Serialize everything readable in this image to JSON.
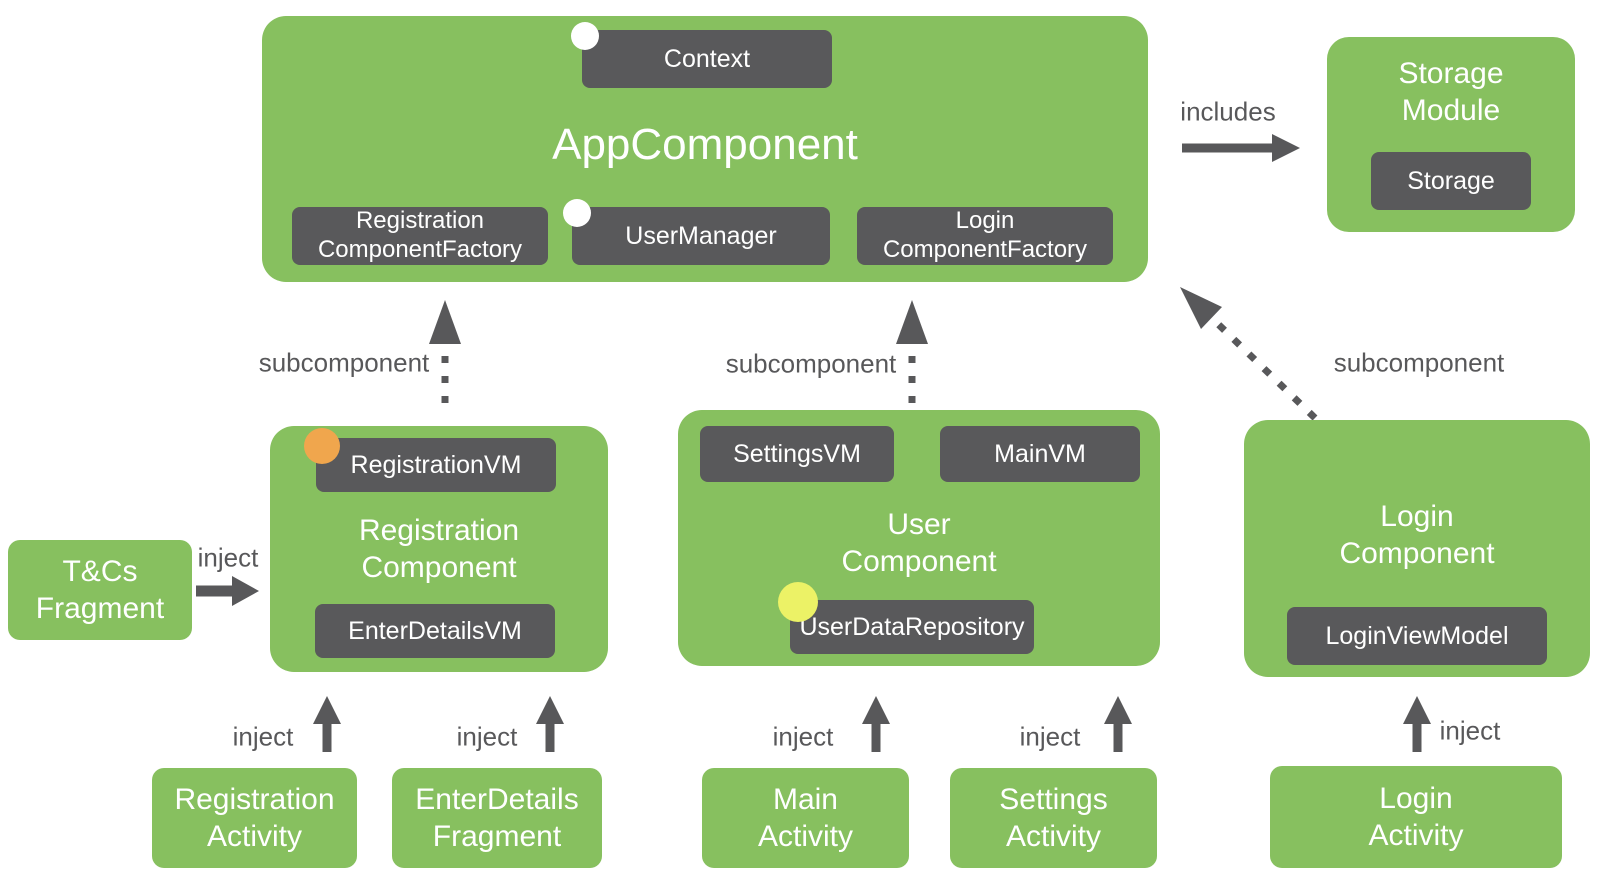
{
  "colors": {
    "green": "#87C05F",
    "dark_chip": "#59595B",
    "arrow_gray": "#58585A",
    "orange_dot": "#F0A64D",
    "yellow_dot": "#ECF266",
    "white": "#FFFFFF"
  },
  "app_component": {
    "title": "AppComponent",
    "context_chip": "Context",
    "registration_factory_chip": "Registration\nComponentFactory",
    "user_manager_chip": "UserManager",
    "login_factory_chip": "Login\nComponentFactory"
  },
  "storage_module": {
    "title": "Storage\nModule",
    "storage_chip": "Storage"
  },
  "registration_component": {
    "title": "Registration\nComponent",
    "registration_vm_chip": "RegistrationVM",
    "enter_details_vm_chip": "EnterDetailsVM"
  },
  "user_component": {
    "title": "User\nComponent",
    "settings_vm_chip": "SettingsVM",
    "main_vm_chip": "MainVM",
    "user_data_repository_chip": "UserDataRepository"
  },
  "login_component": {
    "title": "Login\nComponent",
    "login_view_model_chip": "LoginViewModel"
  },
  "tcs_fragment": {
    "title": "T&Cs\nFragment"
  },
  "bottom_row": {
    "registration_activity": "Registration\nActivity",
    "enterdetails_fragment": "EnterDetails\nFragment",
    "main_activity": "Main\nActivity",
    "settings_activity": "Settings\nActivity",
    "login_activity": "Login\nActivity"
  },
  "labels": {
    "includes": "includes",
    "subcomponent": "subcomponent",
    "inject": "inject"
  }
}
